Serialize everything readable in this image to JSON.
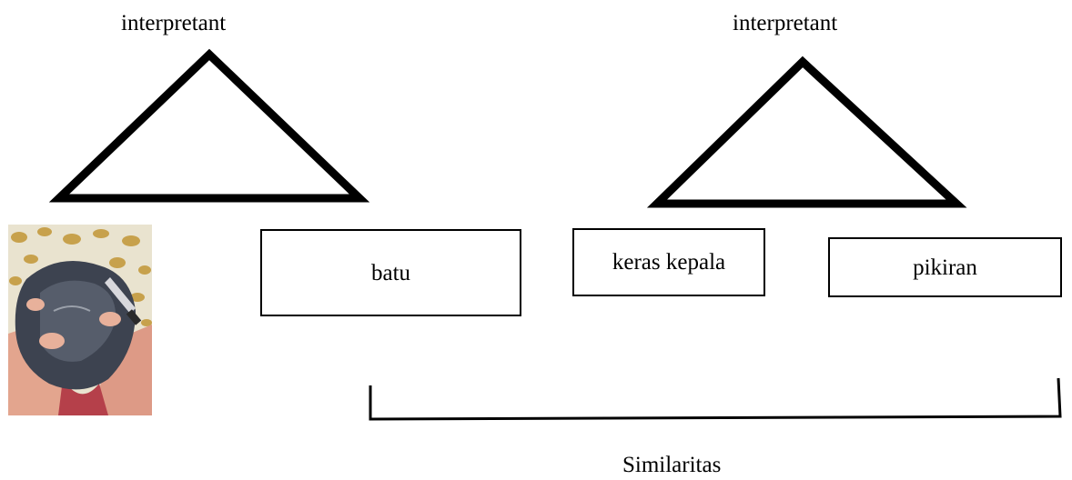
{
  "left_diagram": {
    "interpretant_label": "interpretant",
    "representamen_image": "painting-of-person-holding-knife-and-stone",
    "object_label": "batu"
  },
  "right_diagram": {
    "interpretant_label": "interpretant",
    "representamen_label": "keras kepala",
    "object_label": "pikiran"
  },
  "bracket": {
    "label": "Similaritas"
  },
  "colors": {
    "stroke": "#000000",
    "background": "#ffffff"
  }
}
